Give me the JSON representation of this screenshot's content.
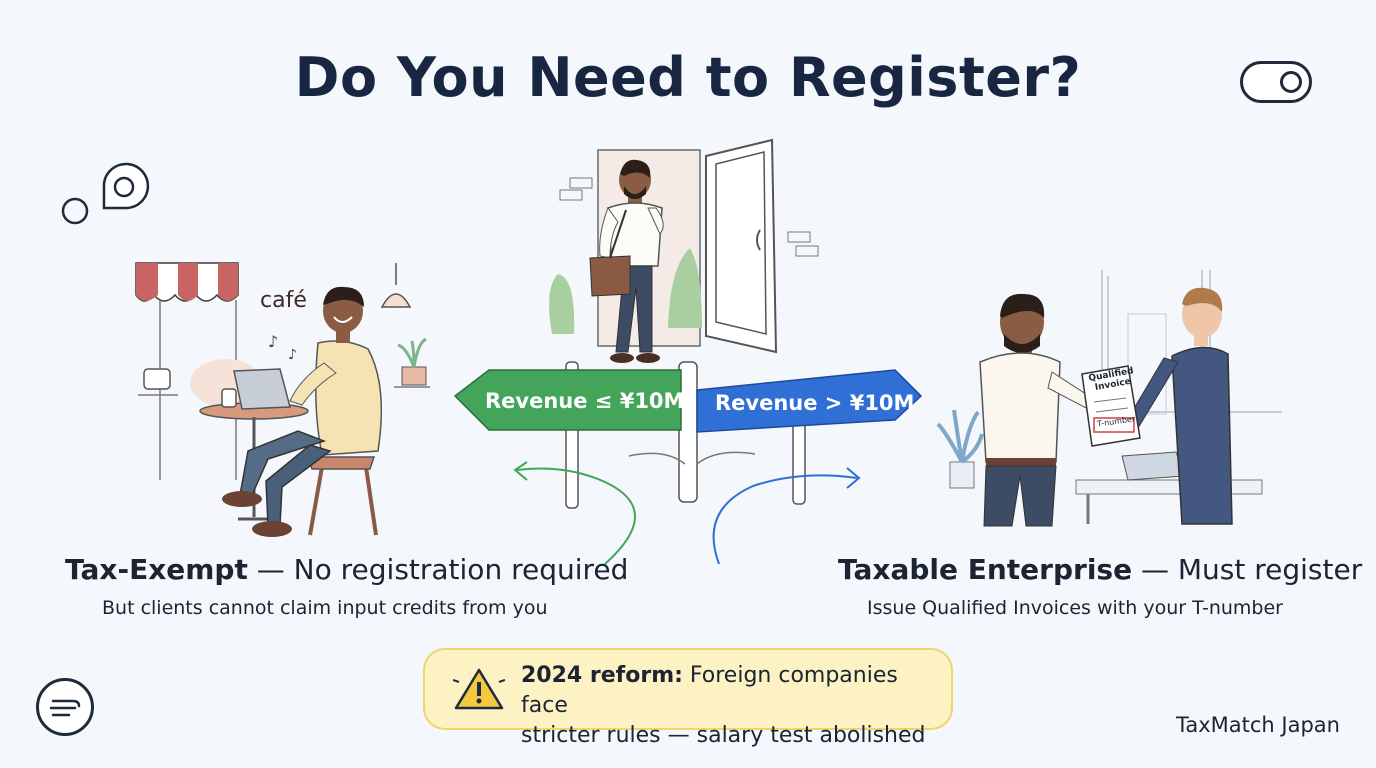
{
  "title": "Do You Need to Register?",
  "signpost": {
    "left_sign": "Revenue ≤ ¥10M",
    "right_sign": "Revenue > ¥10M",
    "left_color": "#43a55a",
    "right_color": "#2f6fd6"
  },
  "left_scene": {
    "shop_sign": "café"
  },
  "right_scene": {
    "document_title": "Qualified Invoice",
    "document_stamp": "T-number"
  },
  "left_option": {
    "label": "Tax-Exempt",
    "detail": " — No registration required",
    "subtext": "But clients cannot claim input credits from you"
  },
  "right_option": {
    "label": "Taxable Enterprise",
    "detail": " — Must register",
    "subtext": "Issue Qualified Invoices with your T-number"
  },
  "notice": {
    "label": "2024 reform:",
    "line1": " Foreign companies face",
    "line2": "stricter rules — salary test abolished",
    "background": "#fdf2c4",
    "border": "#f1d46b"
  },
  "brand": "TaxMatch Japan",
  "icons": [
    "toggle-icon",
    "chat-bubble-icon",
    "warning-icon",
    "menu-icon"
  ]
}
